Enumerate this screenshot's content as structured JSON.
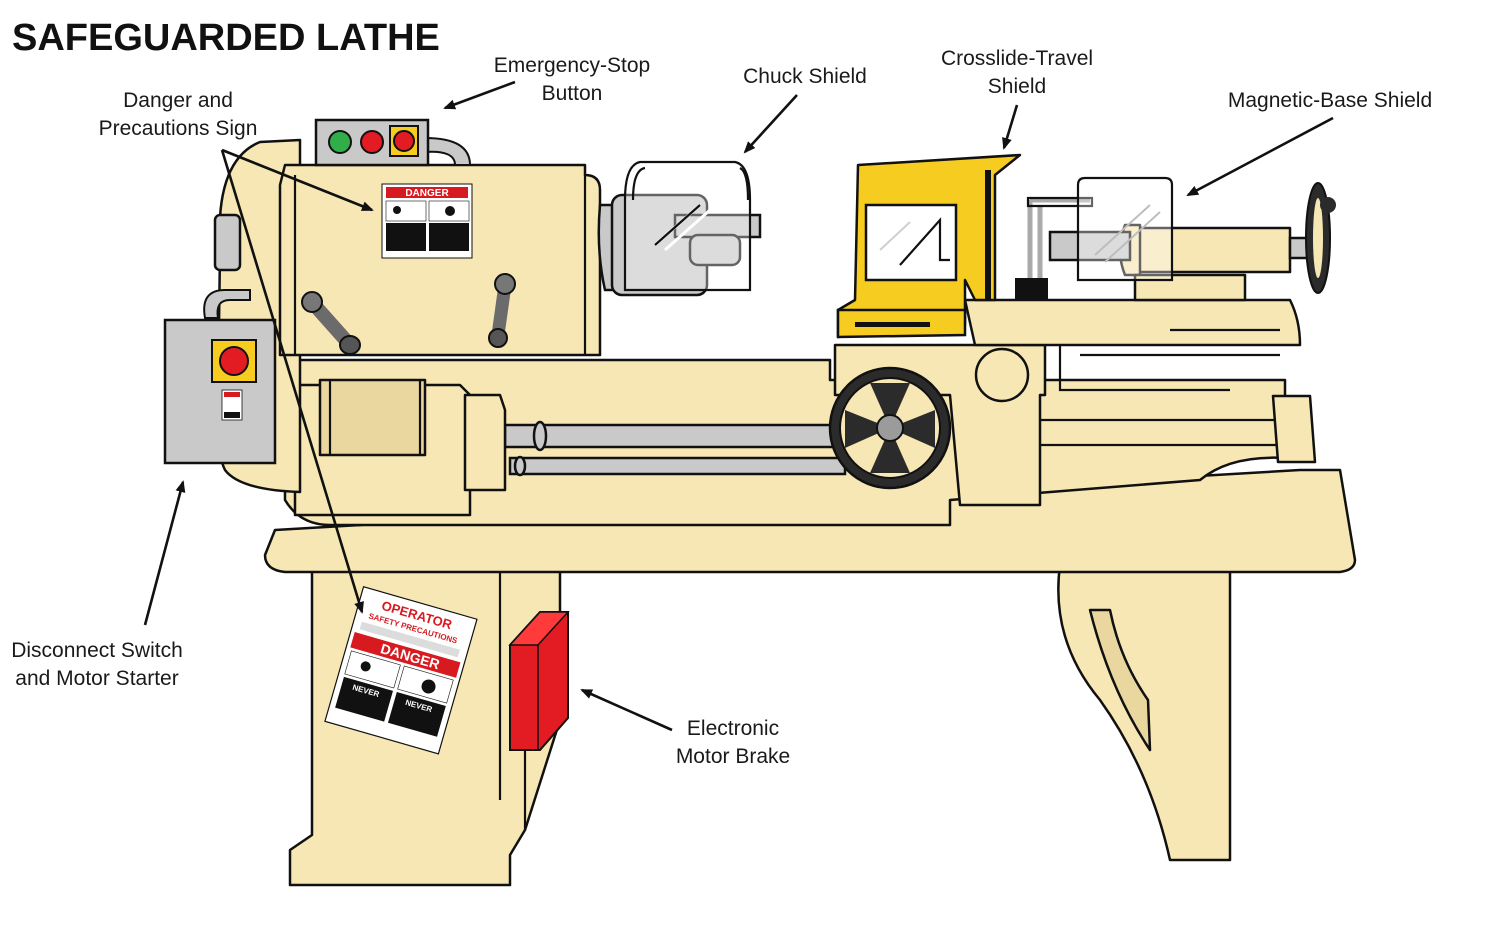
{
  "title": "SAFEGUARDED LATHE",
  "labels": {
    "danger_sign": [
      "Danger and",
      "Precautions Sign"
    ],
    "emergency_stop": [
      "Emergency-Stop",
      "Button"
    ],
    "chuck_shield": [
      "Chuck Shield"
    ],
    "crosslide_shield": [
      "Crosslide-Travel",
      "Shield"
    ],
    "magnetic_base_shield": [
      "Magnetic-Base Shield"
    ],
    "disconnect_switch": [
      "Disconnect Switch",
      "and Motor Starter"
    ],
    "motor_brake": [
      "Electronic",
      "Motor Brake"
    ]
  },
  "signs": {
    "headstock_sign_header": "DANGER",
    "operator_sign_title": [
      "OPERATOR",
      "SAFETY PRECAUTIONS"
    ],
    "operator_sign_header": "DANGER",
    "operator_sign_never": [
      "NEVER",
      "NEVER"
    ]
  },
  "colors": {
    "machine_body": "#f6e7b4",
    "shield_yellow": "#f5cc1f",
    "brake_red": "#e31b23",
    "control_box_gray": "#c9c9c9",
    "button_red": "#e31b23",
    "button_green": "#2fae4a"
  }
}
